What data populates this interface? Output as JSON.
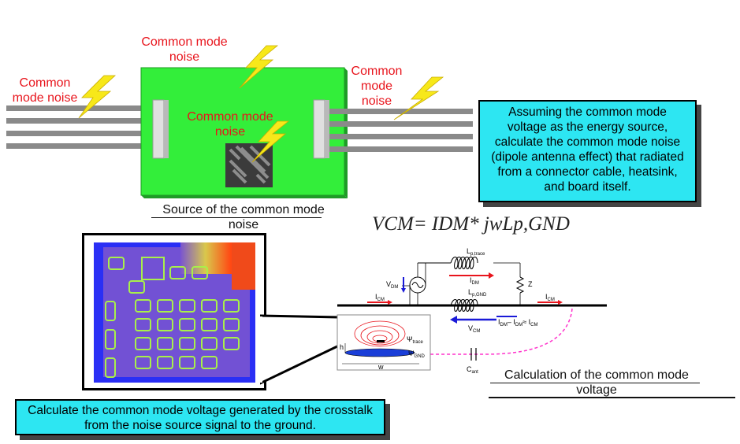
{
  "labels": {
    "noise_top": "Common mode noise",
    "noise_left": "Common mode noise",
    "noise_right": "Common mode noise",
    "noise_center": "Common mode noise"
  },
  "captions": {
    "source": "Source of the common mode noise",
    "calculation": "Calculation of the common mode voltage"
  },
  "boxes": {
    "assumption": "Assuming the common mode voltage as the energy source, calculate the common mode noise (dipole antenna effect) that radiated from a connector cable, heatsink, and board itself.",
    "crosstalk": "Calculate the common mode voltage generated by the crosstalk from the noise source signal to the ground."
  },
  "formula": "VCM= IDM* jwLp,GND",
  "circuit": {
    "lp_trace": "L",
    "lp_trace_sub": "p,trace",
    "lp_gnd": "L",
    "lp_gnd_sub": "p,GND",
    "idm": "I",
    "idm_sub": "DM",
    "vdm": "V",
    "vdm_sub": "DM",
    "z": "Z",
    "icm": "I",
    "icm_sub": "CM",
    "vcm": "V",
    "vcm_sub": "CM",
    "cant": "C",
    "cant_sub": "ant",
    "psi_trace": "Ψ",
    "psi_trace_sub": "trace",
    "psi_gnd": "Ψ",
    "psi_gnd_sub": "GND",
    "h": "h",
    "w": "w",
    "current_eq": "I",
    "current_eq_a": "DM",
    "current_eq_mid": "– I",
    "current_eq_b": "DM",
    "current_eq_end": "≈ I",
    "current_eq_c": "CM"
  },
  "colors": {
    "noise_text": "#e8141c",
    "board": "#33ee3a",
    "callout": "#2de6f2",
    "bolt": "#f7e81a",
    "idm_arrow": "#e8141c",
    "vcm_arrow": "#1a1ad8",
    "cant_path": "#ff33cc"
  },
  "icons": [
    "lightning-bolt-icon",
    "connector-icon",
    "heatsink-icon",
    "ac-source-icon",
    "inductor-icon",
    "resistor-icon",
    "capacitor-icon"
  ]
}
